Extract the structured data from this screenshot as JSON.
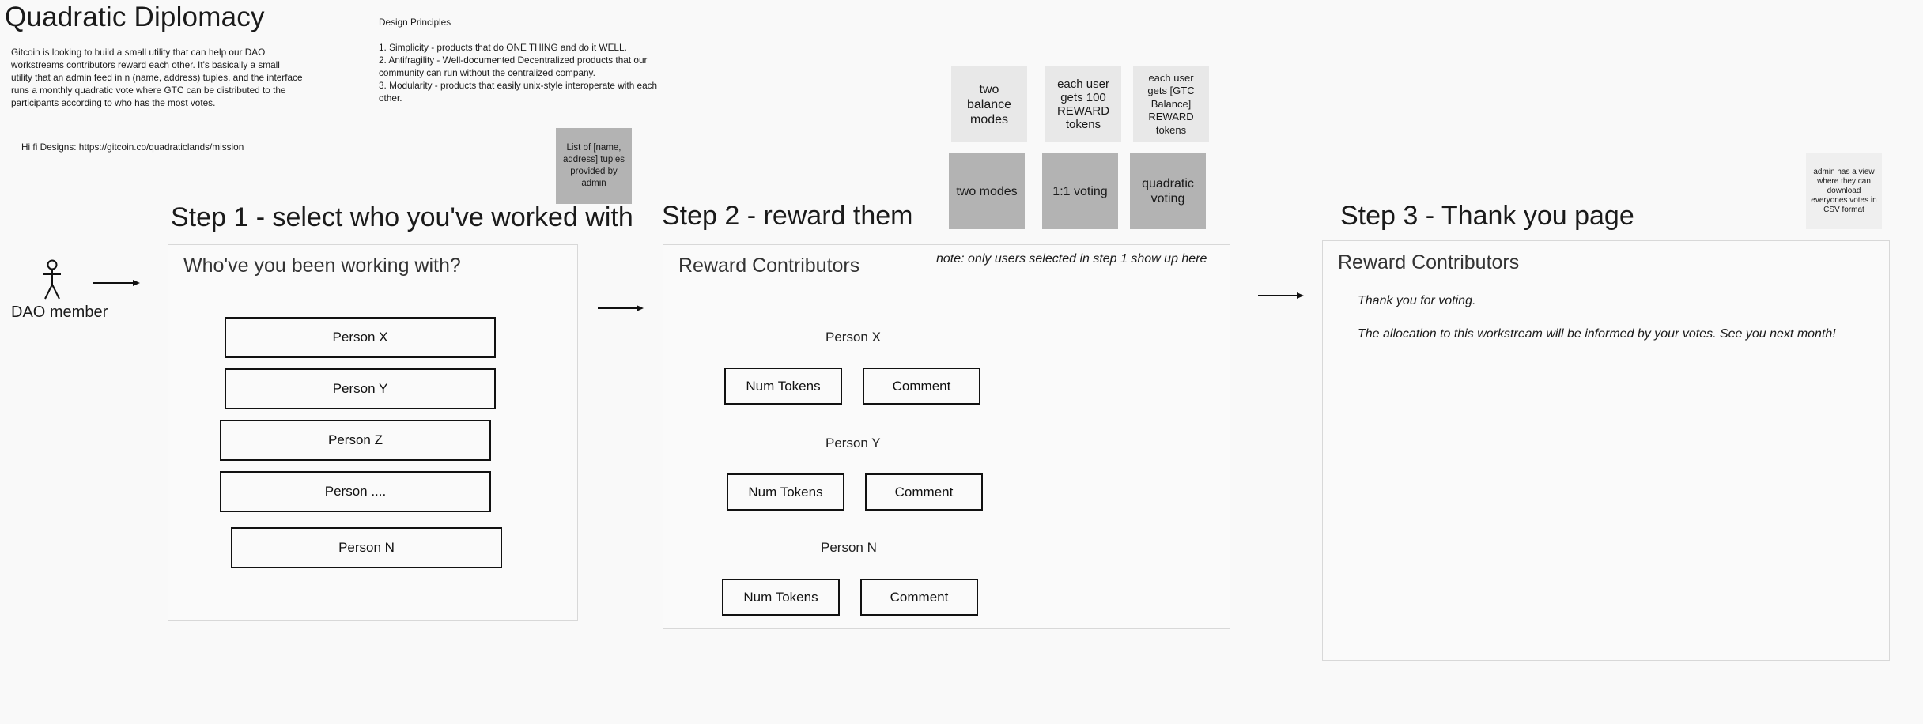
{
  "header": {
    "title": "Quadratic Diplomacy",
    "intro": "Gitcoin is looking to build a small utility that can help our DAO workstreams contributors reward each other.  It's basically a small utility that an admin feed in n (name, address) tuples, and the interface runs a monthly quadratic vote where GTC can be distributed to the participants according to who has the most votes.",
    "hifi": "Hi fi Designs: https://gitcoin.co/quadraticlands/mission"
  },
  "principles": {
    "heading": "Design Principles",
    "items": [
      "1. Simplicity - products that do ONE THING and do it WELL.",
      "2. Antifragility - Well-documented Decentralized products that our community can run without the centralized company.",
      "3. Modularity - products that easily unix-style interoperate with each other."
    ]
  },
  "stickies": {
    "admin_list": "List of [name, address] tuples provided by admin",
    "two_balance_modes": "two balance modes",
    "each_user_100": "each user gets 100 REWARD tokens",
    "each_user_gtc": "each user gets [GTC Balance] REWARD tokens",
    "two_modes": "two modes",
    "one_to_one": "1:1 voting",
    "quadratic": "quadratic voting",
    "admin_view": "admin has a view where they can download everyones votes in CSV format"
  },
  "actor": {
    "label": "DAO member"
  },
  "step1": {
    "title": "Step 1 - select who you've worked with",
    "panel_title": "Who've you been working with?",
    "people": [
      "Person X",
      "Person Y",
      "Person Z",
      "Person ....",
      "Person N"
    ]
  },
  "step2": {
    "title": "Step 2 - reward them",
    "panel_title": "Reward Contributors",
    "note": "note: only users selected in step 1 show up here",
    "rows": [
      {
        "person": "Person X",
        "tokens": "Num Tokens",
        "comment": "Comment"
      },
      {
        "person": "Person Y",
        "tokens": "Num Tokens",
        "comment": "Comment"
      },
      {
        "person": "Person N",
        "tokens": "Num Tokens",
        "comment": "Comment"
      }
    ]
  },
  "step3": {
    "title": "Step 3 - Thank you page",
    "panel_title": "Reward Contributors",
    "thanks": "Thank you for voting.",
    "allocation": "The allocation to this workstream will be informed by your votes.  See you next month!"
  }
}
